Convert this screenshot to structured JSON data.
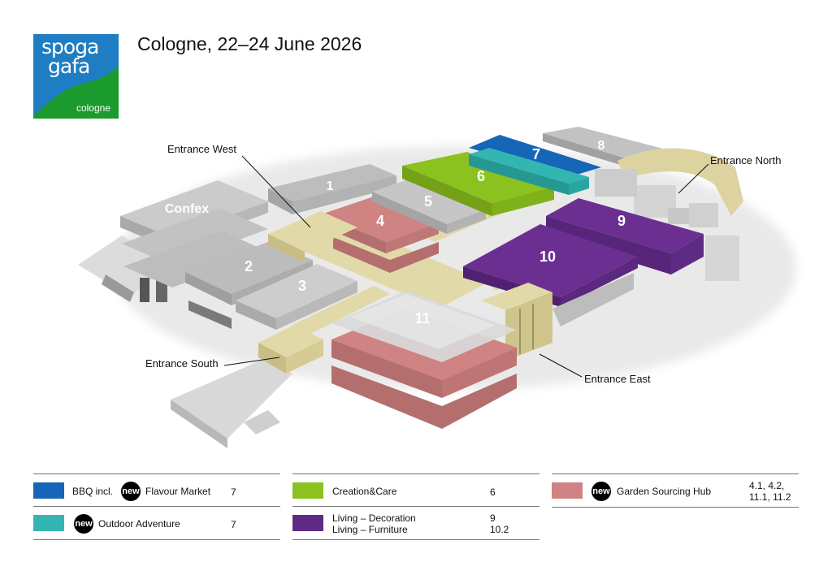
{
  "header": {
    "logo": {
      "line1": "spoga",
      "line2": "gafa",
      "line3": "cologne"
    },
    "title": "Cologne, 22–24 June 2026"
  },
  "map": {
    "halls": [
      "Confex",
      "1",
      "2",
      "3",
      "4",
      "5",
      "6",
      "7",
      "8",
      "9",
      "10",
      "11"
    ],
    "entrances": {
      "west": "Entrance West",
      "north": "Entrance North",
      "south": "Entrance South",
      "east": "Entrance East"
    }
  },
  "legend": {
    "new_badge": "new",
    "col1": [
      {
        "color": "#1565b8",
        "label": "BBQ incl.",
        "new_label": "Flavour Market",
        "hall": "7"
      },
      {
        "color": "#33b6b2",
        "label": "",
        "new_label": "Outdoor Adventure",
        "hall": "7"
      }
    ],
    "col2": [
      {
        "color": "#8cc21f",
        "label": "Creation&Care",
        "hall": "6"
      },
      {
        "color": "#5e2b84",
        "label": "Living – Decoration",
        "label2": "Living – Furniture",
        "hall": "9",
        "hall2": "10.2"
      }
    ],
    "col3": [
      {
        "color": "#cf8382",
        "new_label": "Garden Sourcing Hub",
        "hall": "4.1, 4.2,",
        "hall2": "11.1, 11.2"
      }
    ]
  }
}
